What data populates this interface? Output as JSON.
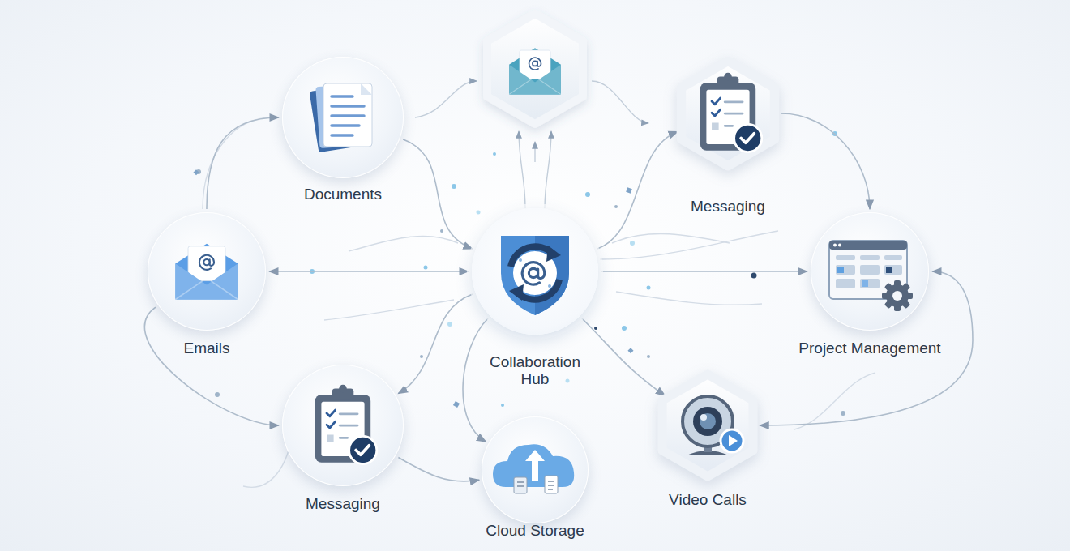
{
  "diagram": {
    "nodes": [
      {
        "text": [
          "Documents"
        ]
      },
      {
        "text": [
          "Messaging"
        ]
      },
      {
        "text": [
          "Emails"
        ]
      },
      {
        "text": [
          "Collaboration Hub"
        ]
      },
      {
        "text": [
          "Project Management"
        ]
      },
      {
        "text": [
          "Messaging"
        ]
      },
      {
        "text": [
          "Video Calls"
        ]
      },
      {
        "text": [
          "Cloud Storage"
        ]
      }
    ],
    "edges": [
      {
        "from": 0,
        "to": 3,
        "arrow": "to"
      },
      {
        "from": 3,
        "to": 1,
        "arrow": "to"
      },
      {
        "from": 3,
        "to": 2,
        "arrow": "both"
      },
      {
        "from": 3,
        "to": 4,
        "arrow": "to"
      },
      {
        "from": 3,
        "to": 6,
        "arrow": "to"
      },
      {
        "from": 3,
        "to": 7,
        "arrow": "to"
      },
      {
        "from": 3,
        "to": 5,
        "arrow": "to"
      },
      {
        "from": 1,
        "to": 4,
        "arrow": "to"
      },
      {
        "from": 2,
        "to": 0,
        "arrow": "to"
      },
      {
        "from": 2,
        "to": 5,
        "arrow": "to"
      },
      {
        "from": 6,
        "to": 4,
        "arrow": "both"
      },
      {
        "from": 5,
        "to": 7,
        "arrow": "to"
      }
    ]
  }
}
